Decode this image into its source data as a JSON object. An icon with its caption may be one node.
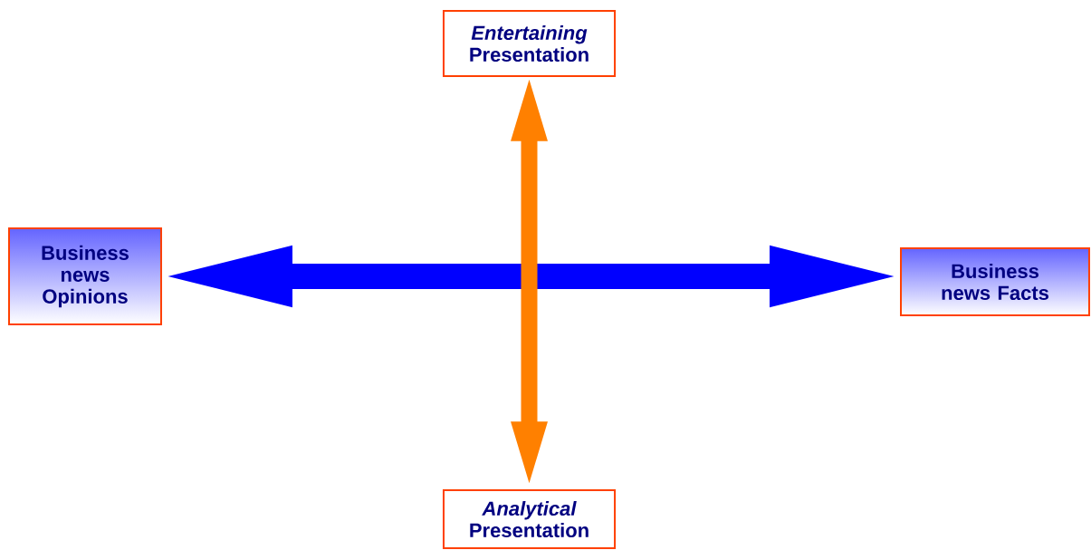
{
  "diagram": {
    "nodes": [
      {
        "text": [
          "*Entertaining* Presentation"
        ]
      },
      {
        "text": [
          "Business news Opinions"
        ]
      },
      {
        "text": [
          "Business news Facts"
        ]
      },
      {
        "text": [
          "*Analytical* Presentation"
        ]
      }
    ],
    "edges": [
      {
        "from": 1,
        "to": 2,
        "arrow": "both",
        "color": "#0000ff"
      },
      {
        "from": 0,
        "to": 3,
        "arrow": "both",
        "color": "#ff8000"
      }
    ]
  }
}
